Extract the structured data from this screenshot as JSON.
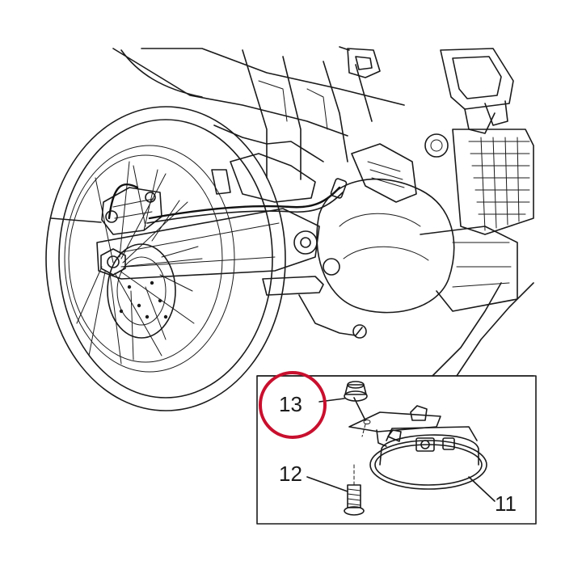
{
  "callouts": [
    {
      "key": "horn",
      "text": "11"
    },
    {
      "key": "screw",
      "text": "12"
    },
    {
      "key": "nut",
      "text": "13"
    }
  ],
  "highlight": {
    "target": "13",
    "color": "#c8102e"
  },
  "colors": {
    "line": "#1a1a1a",
    "fill": "#ffffff",
    "part_dark": "#3a3a3a"
  }
}
